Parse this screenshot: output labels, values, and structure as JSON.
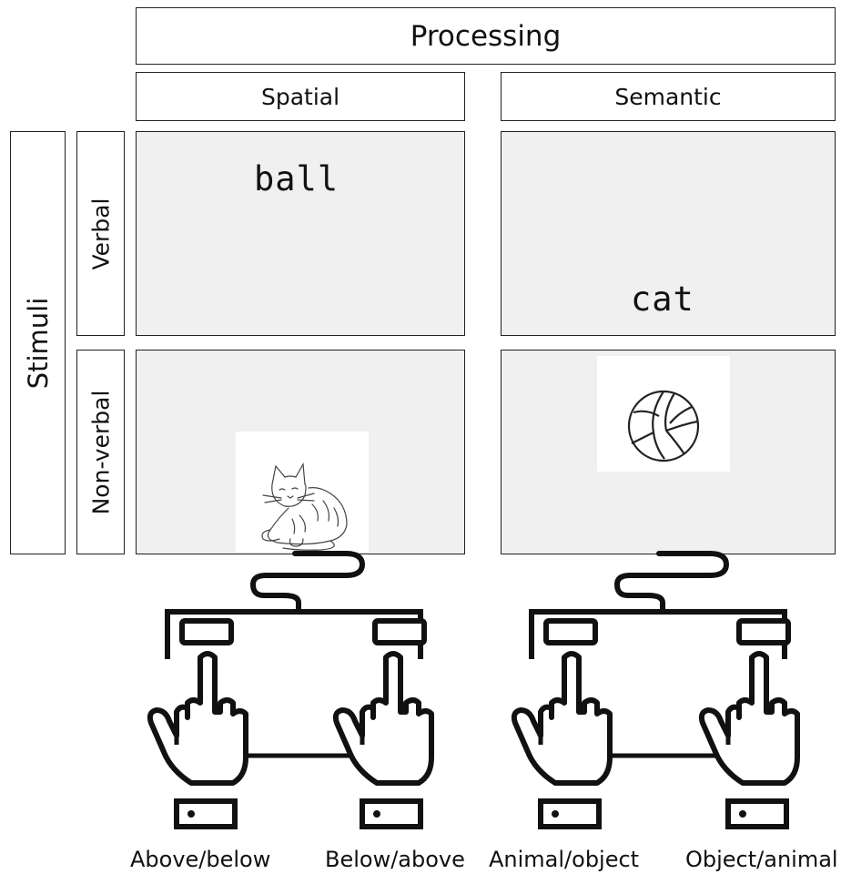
{
  "headers": {
    "processing": "Processing",
    "spatial": "Spatial",
    "semantic": "Semantic"
  },
  "row_labels": {
    "stimuli": "Stimuli",
    "verbal": "Verbal",
    "nonverbal": "Non-verbal"
  },
  "stimuli": {
    "spatial_verbal_word": "ball",
    "semantic_verbal_word": "cat",
    "spatial_nonverbal_image": "cat-sketch-icon",
    "semantic_nonverbal_image": "volleyball-icon"
  },
  "responses": {
    "spatial_left": "Above/below",
    "spatial_right": "Below/above",
    "semantic_left": "Animal/object",
    "semantic_right": "Object/animal"
  }
}
